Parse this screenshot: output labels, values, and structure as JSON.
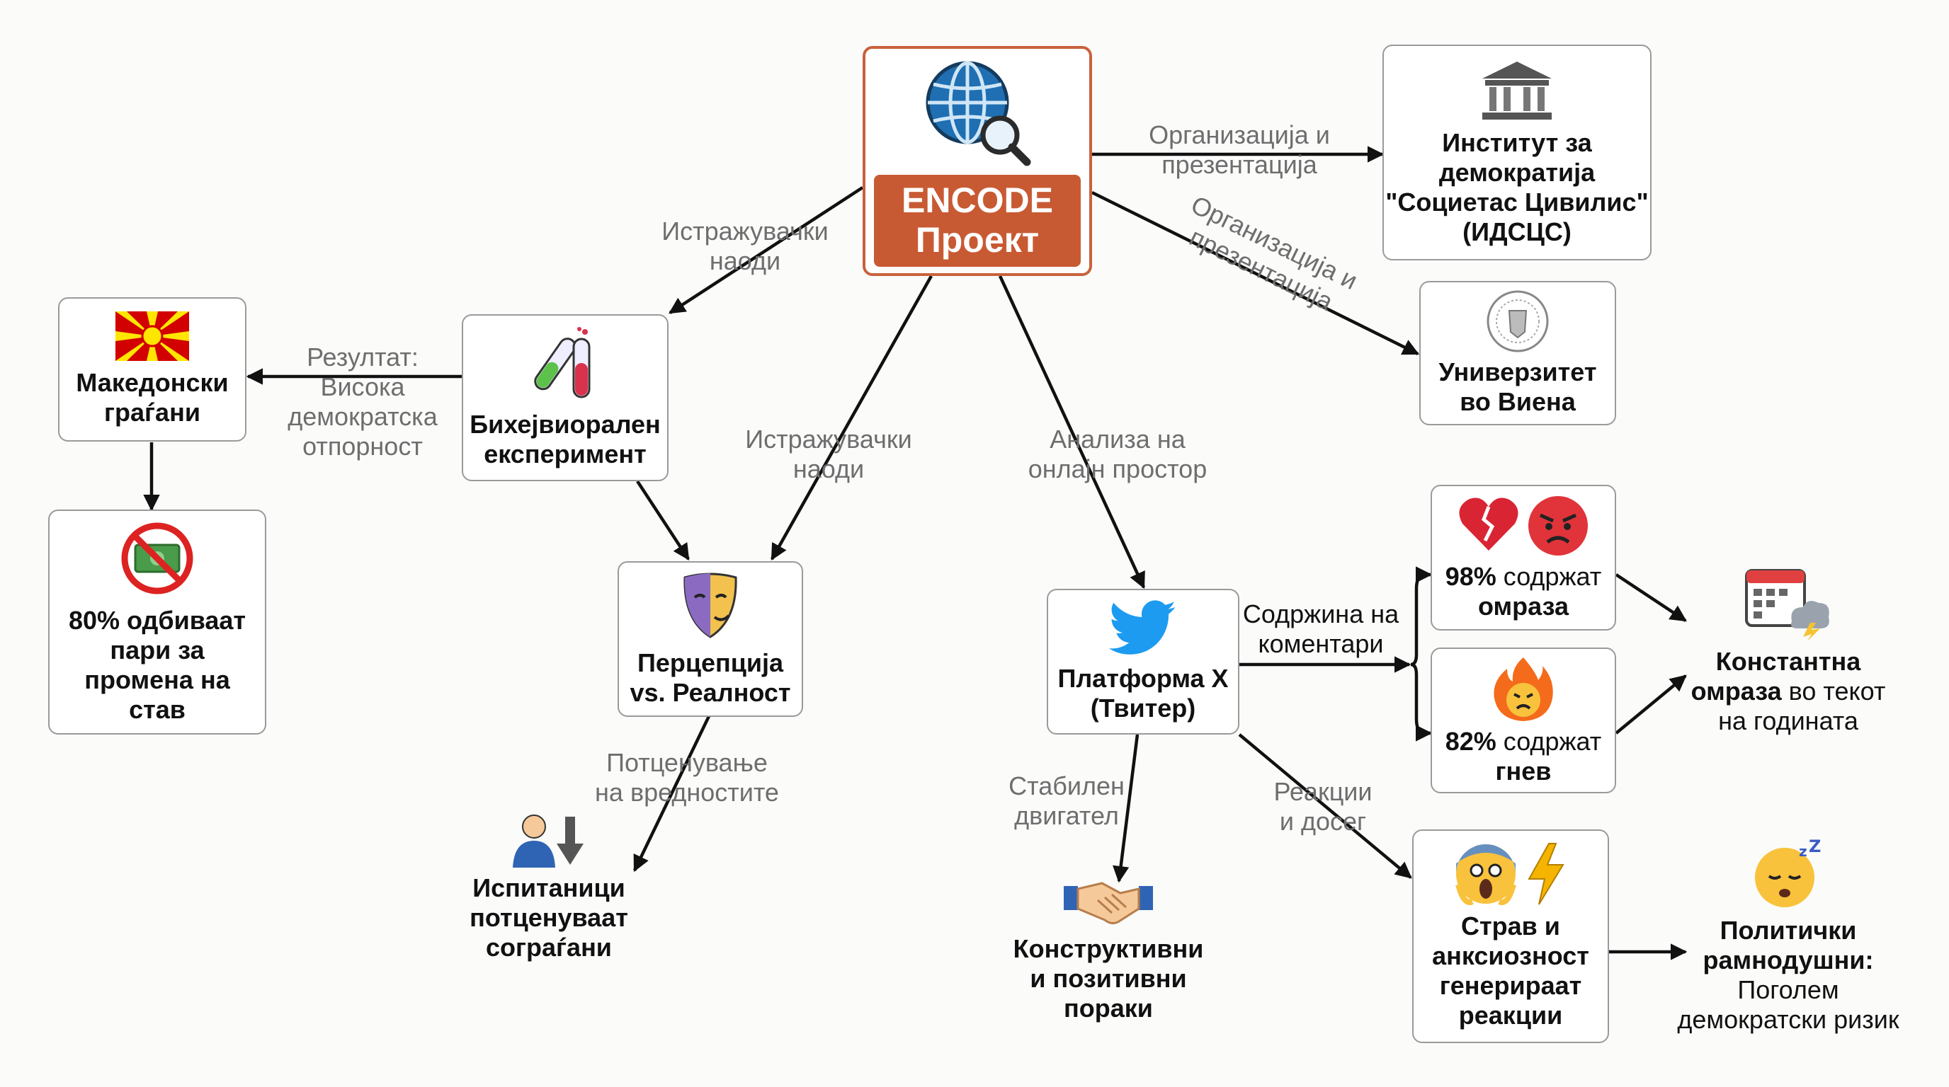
{
  "nodes": {
    "encode": {
      "title": "ENCODE\nПроект",
      "icon": "globe-search-icon"
    },
    "institute": {
      "title": "Институт за\nдемократија\n\"Социетас Цивилис\"\n(ИДСЦС)",
      "icon": "institution-building-icon"
    },
    "university": {
      "title": "Универзитет\nво Виена",
      "icon": "university-seal-icon"
    },
    "citizens": {
      "title": "Македонски\nграѓани",
      "icon": "north-macedonia-flag-icon"
    },
    "refuse_money": {
      "title": "80% одбиваат\nпари за\nпромена на\nстав",
      "icon": "no-money-icon"
    },
    "experiment": {
      "title": "Бихејвиорален\nексперимент",
      "icon": "test-tubes-icon"
    },
    "perception": {
      "title": "Перцепција\nvs. Реалност",
      "icon": "theater-mask-icon"
    },
    "underestimate": {
      "title": "Испитаници\nпотценуваат\nсограѓани",
      "icon": "person-down-arrow-icon"
    },
    "platform": {
      "title": "Платформа X\n(Твитер)",
      "icon": "twitter-bird-icon"
    },
    "constructive": {
      "title": "Конструктивни\nи позитивни\nпораки",
      "icon": "handshake-icon"
    },
    "hate": {
      "bold": "98%",
      "normal": " содржат",
      "bold2": "омраза",
      "icons": [
        "broken-heart-icon",
        "angry-face-icon"
      ]
    },
    "anger": {
      "bold": "82%",
      "normal": " содржат",
      "bold2": "гнев",
      "icon": "fire-face-icon"
    },
    "fear": {
      "title": "Страв и\nанксиозност\nгенерираат\nреакции",
      "icons": [
        "screaming-face-icon",
        "lightning-icon"
      ]
    },
    "constant_hate": {
      "bold": "Константна\nомраза",
      "normal": " во текот\nна годината",
      "icon": "calendar-storm-icon"
    },
    "apathy": {
      "bold": "Политички\nрамнодушни:",
      "normal": "Поголем\nдемократски ризик",
      "icon": "sleeping-face-icon"
    }
  },
  "edge_labels": {
    "org1": "Организација и\nпрезентација",
    "org2": "Организација и\nпрезентација",
    "findings1": "Истражувачки\nнаоди",
    "findings2": "Истражувачки\nнаоди",
    "online": "Анализа на\nонлајн простор",
    "result": "Резултат:\nВисока\nдемократска\nотпорност",
    "undervalue": "Потценување\nна вредностите",
    "comments": "Содржина на\nкоментари",
    "stable": "Стабилен\nдвигател",
    "reactions": "Реакции\nи досег"
  },
  "colors": {
    "accent": "#c85a33",
    "border": "#9a9a9a",
    "edge": "#111111",
    "edge_label": "#6e6e6e"
  }
}
